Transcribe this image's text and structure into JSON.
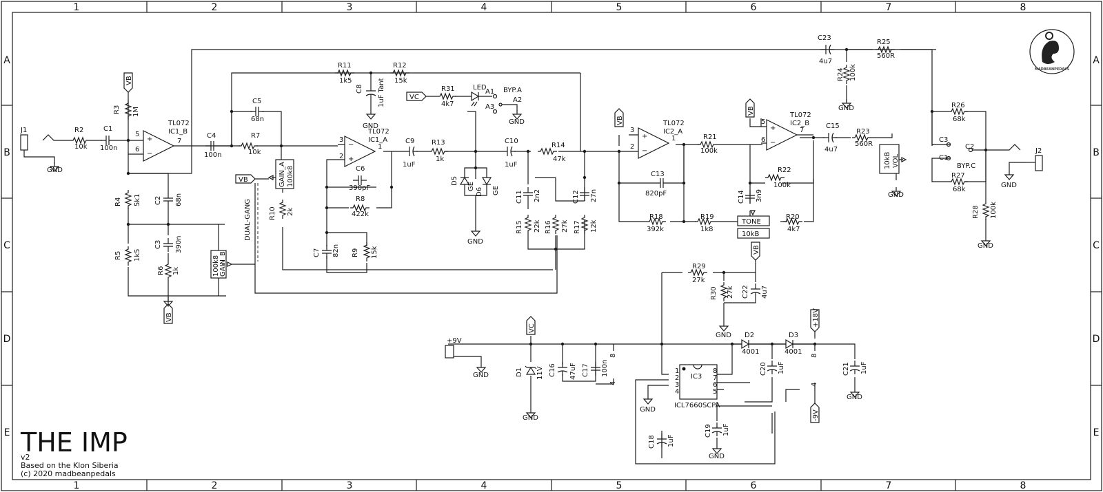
{
  "frame": {
    "columns": [
      "1",
      "2",
      "3",
      "4",
      "5",
      "6",
      "7",
      "8"
    ],
    "rows": [
      "A",
      "B",
      "C",
      "D",
      "E"
    ]
  },
  "title_block": {
    "title": "THE IMP",
    "version": "v2",
    "based_on": "Based on the Klon Siberia",
    "copyright": "(c) 2020 madbeanpedals"
  },
  "logo": {
    "text": "MADBEANPEDALS"
  },
  "labels": {
    "j1": "J1",
    "j2": "J2",
    "r2": "R2",
    "r2v": "10k",
    "c1": "C1",
    "c1v": "100n",
    "r3": "R3",
    "r3v": "1M",
    "vb1": "VB",
    "vb2": "VB",
    "vb3": "VB",
    "vb4": "VB",
    "vb5": "VB",
    "vb6": "VB",
    "vc1": "VC",
    "vc2": "VC",
    "ic1b_a": "TL072",
    "ic1b_b": "IC1_B",
    "c4": "C4",
    "c4v": "100n",
    "c5": "C5",
    "c5v": "68n",
    "r7": "R7",
    "r7v": "10k",
    "r11": "R11",
    "r11v": "1k5",
    "r12": "R12",
    "r12v": "15k",
    "c8": "C8",
    "c8v": "1uF Tant",
    "ic1a_a": "TL072",
    "ic1a_b": "IC1_A",
    "c6": "C6",
    "c6v": "390pF",
    "r8": "R8",
    "r8v": "422k",
    "c7": "C7",
    "c7v": "82n",
    "r9": "R9",
    "r9v": "15k",
    "gain_a": "GAIN_A",
    "gain_a_v": "100k8",
    "gain_b": "GAIN_B",
    "gain_b_v": "100k8",
    "dual_gang": "DUAL-GANG",
    "r10": "R10",
    "r10v": "2k",
    "r4": "R4",
    "r4v": "5k1",
    "c2": "C2",
    "c2v": "68n",
    "r5": "R5",
    "r5v": "1k5",
    "c3": "C3",
    "c3v": "390n",
    "r6": "R6",
    "r6v": "1k",
    "c9": "C9",
    "c9v": "1uF",
    "r13": "R13",
    "r13v": "1k",
    "r31": "R31",
    "r31v": "4k7",
    "led": "LED",
    "byp_a": "BYP.A",
    "a1": "A1",
    "a2": "A2",
    "a3": "A3",
    "d5": "D5",
    "d5v": "GE",
    "d6": "D6",
    "d6v": "GE",
    "c10": "C10",
    "c10v": "1uF",
    "r14": "R14",
    "r14v": "47k",
    "c11": "C11",
    "c11v": "2n2",
    "c12": "C12",
    "c12v": "27n",
    "r15": "R15",
    "r15v": "22k",
    "r16": "R16",
    "r16v": "27k",
    "r17": "R17",
    "r17v": "12k",
    "ic2a_a": "TL072",
    "ic2a_b": "IC2_A",
    "c13": "C13",
    "c13v": "820pF",
    "r18": "R18",
    "r18v": "392k",
    "r21": "R21",
    "r21v": "100k",
    "ic2b_a": "TL072",
    "ic2b_b": "IC2_B",
    "r22": "R22",
    "r22v": "100k",
    "c14": "C14",
    "c14v": "3n9",
    "r19": "R19",
    "r19v": "1k8",
    "tone": "TONE",
    "tone_v": "10kB",
    "r20": "R20",
    "r20v": "4k7",
    "c15": "C15",
    "c15v": "4u7",
    "r23": "R23",
    "r23v": "560R",
    "vol": "VOL",
    "vol_v": "10kB",
    "c23": "C23",
    "c23v": "4u7",
    "r25": "R25",
    "r25v": "560R",
    "r24": "R24",
    "r24v": "100k",
    "r26": "R26",
    "r26v": "68k",
    "r27": "R27",
    "r27v": "68k",
    "r28": "R28",
    "r28v": "100k",
    "byp_c": "BYP.C",
    "c_1": "C1",
    "c_2": "C2",
    "c_3": "C3",
    "p9v": "+9V",
    "d1": "D1",
    "d1v": "11V",
    "c16": "C16",
    "c16v": "47uF",
    "c17": "C17",
    "c17v": "100n",
    "ic3": "IC3",
    "ic3v": "ICL7660SCPA",
    "r29": "R29",
    "r29v": "27k",
    "r30": "R30",
    "r30v": "27k",
    "c22": "C22",
    "c22v": "4u7",
    "d2": "D2",
    "d2v": "4001",
    "d3": "D3",
    "d3v": "4001",
    "p18v": "+18V",
    "c20": "C20",
    "c20v": "1uF",
    "c21": "C21",
    "c21v": "1uF",
    "m9v": "-9V",
    "c18": "C18",
    "c18v": "1uF",
    "c19": "C19",
    "c19v": "1uF",
    "gnd": "GND",
    "pin1": "1",
    "pin2": "2",
    "pin3": "3",
    "pin4": "4",
    "pin5": "5",
    "pin6": "6",
    "pin7": "7",
    "pin8": "8"
  }
}
